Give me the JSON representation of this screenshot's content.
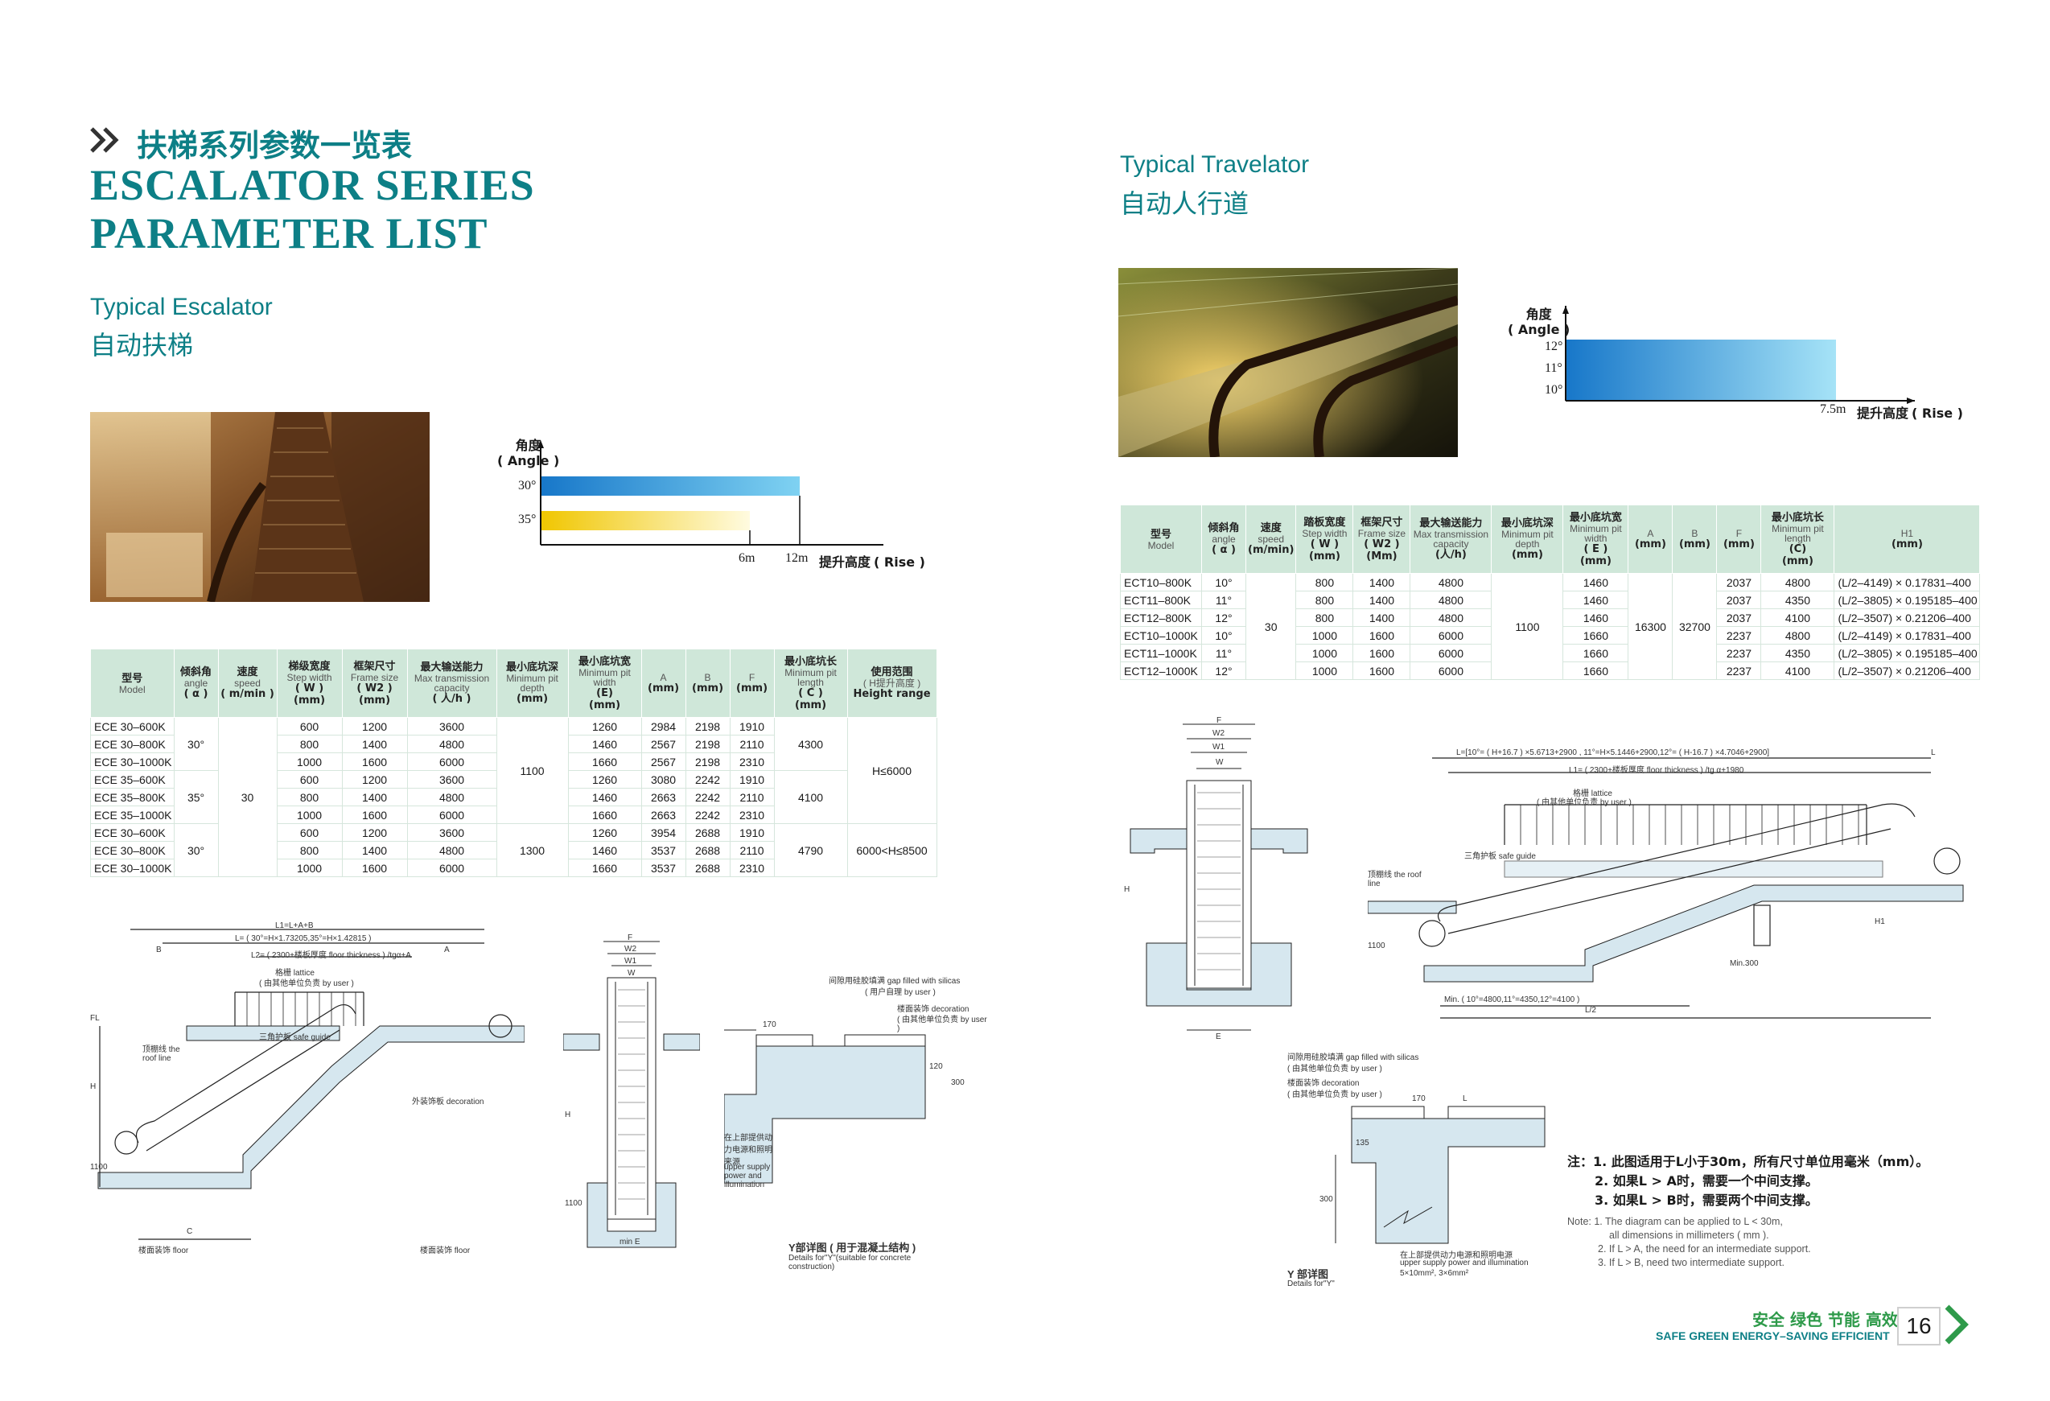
{
  "header": {
    "title_cn": "扶梯系列参数一览表",
    "title_en_line1": "ESCALATOR SERIES",
    "title_en_line2": "PARAMETER LIST"
  },
  "escalator": {
    "title_en": "Typical Escalator",
    "title_cn": "自动扶梯",
    "graph": {
      "axis_cn": "角度",
      "axis_en": "( Angle )",
      "angle_30": "30°",
      "angle_35": "35°",
      "x_6m": "6m",
      "x_12m": "12m",
      "x_label_cn": "提升高度",
      "x_label_en": "( Rise )"
    },
    "table": {
      "headers": [
        {
          "cn": "型号",
          "en": "Model",
          "unit": ""
        },
        {
          "cn": "倾斜角",
          "en": "angle",
          "unit": "( α )"
        },
        {
          "cn": "速度",
          "en": "speed",
          "unit": "( m/min )"
        },
        {
          "cn": "梯级宽度",
          "en": "Step width",
          "unit": "( W )",
          "unit2": "(mm)"
        },
        {
          "cn": "框架尺寸",
          "en": "Frame size",
          "unit": "( W2 )",
          "unit2": "(mm)"
        },
        {
          "cn": "最大输送能力",
          "en": "Max transmission capacity",
          "unit": "( 人/h )"
        },
        {
          "cn": "最小底坑深",
          "en": "Minimum pit depth",
          "unit": "(mm)"
        },
        {
          "cn": "最小底坑宽",
          "en": "Minimum pit width",
          "unit": "(E)",
          "unit2": "(mm)"
        },
        {
          "cn": "",
          "en": "A",
          "unit": "(mm)"
        },
        {
          "cn": "",
          "en": "B",
          "unit": "(mm)"
        },
        {
          "cn": "",
          "en": "F",
          "unit": "(mm)"
        },
        {
          "cn": "最小底坑长",
          "en": "Minimum pit length",
          "unit": "( C )",
          "unit2": "(mm)"
        },
        {
          "cn": "使用范围",
          "en": "( H提升高度 )",
          "unit": "Height range"
        }
      ],
      "rows": [
        [
          "ECE 30–600K",
          "600",
          "1200",
          "3600",
          "1260",
          "2984",
          "2198",
          "1910"
        ],
        [
          "ECE 30–800K",
          "800",
          "1400",
          "4800",
          "1460",
          "2567",
          "2198",
          "2110"
        ],
        [
          "ECE 30–1000K",
          "1000",
          "1600",
          "6000",
          "1660",
          "2567",
          "2198",
          "2310"
        ],
        [
          "ECE 35–600K",
          "600",
          "1200",
          "3600",
          "1260",
          "3080",
          "2242",
          "1910"
        ],
        [
          "ECE 35–800K",
          "800",
          "1400",
          "4800",
          "1460",
          "2663",
          "2242",
          "2110"
        ],
        [
          "ECE 35–1000K",
          "1000",
          "1600",
          "6000",
          "1660",
          "2663",
          "2242",
          "2310"
        ],
        [
          "ECE 30–600K",
          "600",
          "1200",
          "3600",
          "1260",
          "3954",
          "2688",
          "1910"
        ],
        [
          "ECE 30–800K",
          "800",
          "1400",
          "4800",
          "1460",
          "3537",
          "2688",
          "2110"
        ],
        [
          "ECE 30–1000K",
          "1000",
          "1600",
          "6000",
          "1660",
          "3537",
          "2688",
          "2310"
        ]
      ],
      "angle_g1": "30°",
      "angle_g2": "35°",
      "angle_g3": "30°",
      "speed": "30",
      "pit_depth_1": "1100",
      "pit_depth_2": "1300",
      "pit_len_1": "4300",
      "pit_len_2": "4100",
      "pit_len_3": "4790",
      "range_1": "H≤6000",
      "range_2": "6000<H≤8500"
    },
    "drawing": {
      "l1": "L1=L+A+B",
      "l": "L= ( 30°=H×1.73205,35°=H×1.42815 )",
      "l2": "L2= ( 2300+楼板厚度 floor thickness ) /tgα+A",
      "lattice": "格栅 lattice",
      "by_user": "( 由其他单位负责 by user )",
      "safe_guide": "三角护板 safe guide",
      "roof_line": "顶棚线 the roof line",
      "decoration": "外装饰板 decoration",
      "floor": "楼面装饰 floor",
      "details_y": "Y部详图 ( 用于混凝土结构 )",
      "details_y_en": "Details for\"Y\"(suitable for concrete construction)",
      "gap": "间隙用硅胶填满 gap filled with silicas",
      "gap_user": "( 用户自理 by user )",
      "dec2": "楼面装饰 decoration",
      "supply": "在上部提供动力电源和照明来源",
      "supply_en": "upper supply power and illumination",
      "d170": "170",
      "d120": "120",
      "d300": "300",
      "d1100": "1100",
      "dim_W2": "W2",
      "dim_W1": "W1",
      "dim_W": "W",
      "dim_F": "F",
      "dim_H": "H",
      "dim_C": "C",
      "dim_A": "A",
      "dim_B": "B",
      "dim_FL": "FL",
      "min_e": "min E"
    }
  },
  "travelator": {
    "title_en": "Typical Travelator",
    "title_cn": "自动人行道",
    "graph": {
      "axis_cn": "角度",
      "axis_en": "( Angle )",
      "a12": "12°",
      "a11": "11°",
      "a10": "10°",
      "x_75": "7.5m",
      "x_label_cn": "提升高度",
      "x_label_en": "( Rise )"
    },
    "table": {
      "headers": [
        {
          "cn": "型号",
          "en": "Model",
          "unit": ""
        },
        {
          "cn": "倾斜角",
          "en": "angle",
          "unit": "( α )"
        },
        {
          "cn": "速度",
          "en": "speed",
          "unit": "(m/min)"
        },
        {
          "cn": "踏板宽度",
          "en": "Step width",
          "unit": "( W )",
          "unit2": "(mm)"
        },
        {
          "cn": "框架尺寸",
          "en": "Frame size",
          "unit": "( W2 )",
          "unit2": "(Mm)"
        },
        {
          "cn": "最大输送能力",
          "en": "Max transmission capacity",
          "unit": "(人/h)"
        },
        {
          "cn": "最小底坑深",
          "en": "Minimum pit depth",
          "unit": "(mm)"
        },
        {
          "cn": "最小底坑宽",
          "en": "Minimum pit width",
          "unit": "( E )",
          "unit2": "(mm)"
        },
        {
          "cn": "",
          "en": "A",
          "unit": "(mm)"
        },
        {
          "cn": "",
          "en": "B",
          "unit": "(mm)"
        },
        {
          "cn": "",
          "en": "F",
          "unit": "(mm)"
        },
        {
          "cn": "最小底坑长",
          "en": "Minimum pit length",
          "unit": "(C)",
          "unit2": "(mm)"
        },
        {
          "cn": "",
          "en": "H1",
          "unit": "(mm)"
        }
      ],
      "rows": [
        [
          "ECT10–800K",
          "10°",
          "800",
          "1400",
          "4800",
          "1460",
          "2037",
          "4800",
          "(L/2–4149) × 0.17831–400"
        ],
        [
          "ECT11–800K",
          "11°",
          "800",
          "1400",
          "4800",
          "1460",
          "2037",
          "4350",
          "(L/2–3805) × 0.195185–400"
        ],
        [
          "ECT12–800K",
          "12°",
          "800",
          "1400",
          "4800",
          "1460",
          "2037",
          "4100",
          "(L/2–3507) × 0.21206–400"
        ],
        [
          "ECT10–1000K",
          "10°",
          "1000",
          "1600",
          "6000",
          "1660",
          "2237",
          "4800",
          "(L/2–4149) × 0.17831–400"
        ],
        [
          "ECT11–1000K",
          "11°",
          "1000",
          "1600",
          "6000",
          "1660",
          "2237",
          "4350",
          "(L/2–3805) × 0.195185–400"
        ],
        [
          "ECT12–1000K",
          "12°",
          "1000",
          "1600",
          "6000",
          "1660",
          "2237",
          "4100",
          "(L/2–3507) × 0.21206–400"
        ]
      ],
      "speed": "30",
      "pit_depth": "1100",
      "a_val": "16300",
      "b_val": "32700"
    },
    "drawing": {
      "l_formula": "L=[10°= ( H+16.7 ) ×5.6713+2900 , 11°=H×5.1446+2900,12°= ( H-16.7 ) ×4.7046+2900]",
      "l1": "L1= ( 2300+楼板厚度 floor thickness ) /tg α+1980",
      "lattice": "格栅 lattice",
      "by_user": "( 由其他单位负责 by user )",
      "safe_guide": "三角护板 safe guide",
      "roof_line": "顶棚线 the roof line",
      "min_l": "Min. ( 10°=4800,11°=4350,12°=4100 )",
      "l_half": "L/2",
      "min300": "Min.300",
      "h1": "H1",
      "d1100": "1100",
      "gap": "间隙用硅胶填满 gap filled with silicas",
      "gap_user": "( 由其他单位负责 by user )",
      "dec": "楼面装饰 decoration",
      "dec_user": "( 由其他单位负责 by user )",
      "supply": "在上部提供动力电源和照明电源",
      "supply_en": "upper supply power and illumination",
      "cable": "5×10mm², 3×6mm²",
      "details_y": "Y 部详图",
      "details_y_en": "Details for\"Y\"",
      "d170": "170",
      "d135": "135",
      "d300": "300",
      "dim_L": "L",
      "dim_W2": "W2",
      "dim_W1": "W1",
      "dim_W": "W",
      "dim_F": "F",
      "dim_H": "H",
      "dim_E": "E"
    },
    "notes": {
      "cn": [
        "注：1. 此图适用于L小于30m，所有尺寸单位用毫米（mm）。",
        "2. 如果L > A时，需要一个中间支撑。",
        "3. 如果L > B时，需要两个中间支撑。"
      ],
      "en": [
        "Note: 1. The diagram can be applied to L < 30m,",
        "all dimensions in millimeters ( mm ).",
        "2. If L > A, the need for an intermediate support.",
        "3. If L > B, need two intermediate support."
      ]
    }
  },
  "footer": {
    "slogan_cn": "安全 绿色 节能 高效",
    "slogan_en": "SAFE GREEN ENERGY–SAVING EFFICIENT",
    "page": "16"
  },
  "colors": {
    "brand_teal": "#0d7f86",
    "table_header": "#cfe7d9",
    "bar_blue": "#1e8fd8",
    "bar_yellow": "#f2d21c",
    "slogan_green": "#2e9a4a"
  },
  "icons": {
    "title_chevrons": "double-chevron-right-icon",
    "footer_chevron": "chevron-right-icon"
  }
}
